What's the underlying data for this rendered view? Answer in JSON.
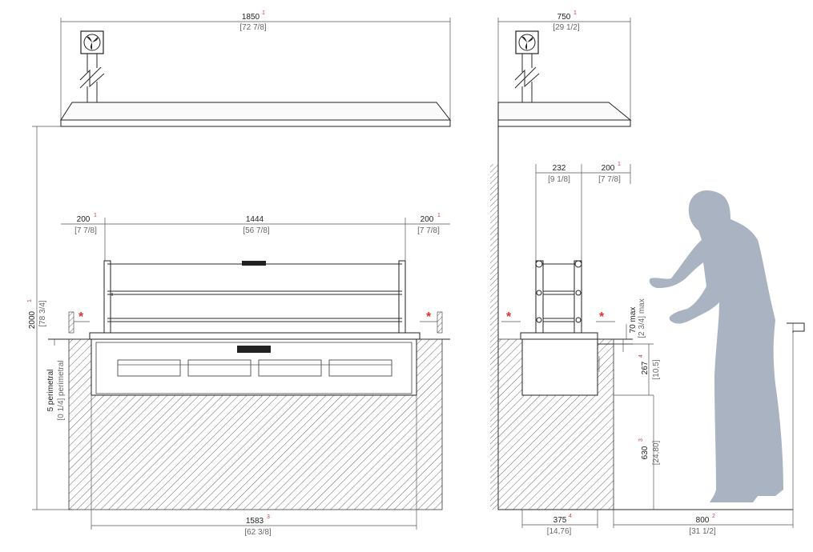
{
  "front_view": {
    "total_width": {
      "value": "1850",
      "note": "1",
      "inch": "[72 7/8]"
    },
    "left_margin": {
      "value": "200",
      "note": "1",
      "inch": "[7 7/8]"
    },
    "center_width": {
      "value": "1444",
      "inch": "[56 7/8]"
    },
    "right_margin": {
      "value": "200",
      "note": "1",
      "inch": "[7 7/8]"
    },
    "height": {
      "value": "2000",
      "note": "1",
      "inch": "[78 3/4]"
    },
    "perimetral": {
      "value": "5 perimetral",
      "inch": "[0 1/4] perimetral"
    },
    "cutout_width": {
      "value": "1583",
      "note": "3",
      "inch": "[62 3/8]"
    },
    "star": "*"
  },
  "side_view": {
    "total_width": {
      "value": "750",
      "note": "1",
      "inch": "[29 1/2]"
    },
    "unit_width": {
      "value": "232",
      "inch": "[9 1/8]"
    },
    "right_margin": {
      "value": "200",
      "note": "1",
      "inch": "[7 7/8]"
    },
    "max_height": {
      "value": "70 max",
      "inch": "[2 3/4] max"
    },
    "depth": {
      "value": "267",
      "note": "4",
      "inch": "[10,5]"
    },
    "counter_height": {
      "value": "630",
      "note": "3",
      "inch": "[24,80]"
    },
    "base_width": {
      "value": "375",
      "note": "4",
      "inch": "[14,76]"
    },
    "clearance": {
      "value": "800",
      "note": "2",
      "inch": "[31 1/2]"
    },
    "star": "*"
  },
  "icons": [
    "fan-icon",
    "person-silhouette"
  ]
}
